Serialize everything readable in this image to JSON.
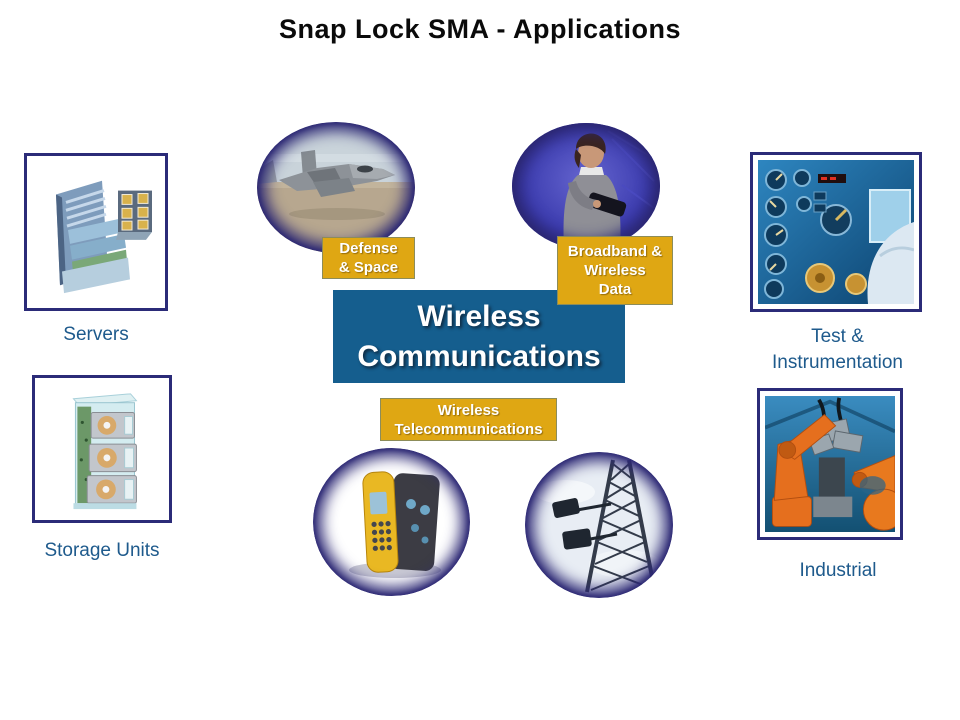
{
  "title": "Snap Lock SMA - Applications",
  "center_box": {
    "line1": "Wireless",
    "line2": "Communications",
    "bg_color": "#155E8E"
  },
  "tags": {
    "defense_space": "Defense\n& Space",
    "broadband_wireless_data": "Broadband &\nWireless\nData",
    "wireless_telecommunications": "Wireless\nTelecommunications"
  },
  "categories": {
    "servers": "Servers",
    "storage_units": "Storage Units",
    "test_instrumentation": "Test &\nInstrumentation",
    "industrial": "Industrial"
  },
  "images": {
    "jet": "fighter-jet-photo",
    "pda_user": "person-with-handheld-photo",
    "handheld_phone": "handheld-test-phone-photo",
    "radio_tower": "telecom-tower-photo",
    "servers": "server-hardware-photo",
    "storage": "storage-rack-photo",
    "cockpit": "cockpit-instruments-photo",
    "robots": "industrial-robots-photo"
  },
  "colors": {
    "accent_blue": "#155E8E",
    "gold": "#DFA713",
    "label_blue": "#1E5A8C",
    "frame_navy": "#2B2B78"
  }
}
